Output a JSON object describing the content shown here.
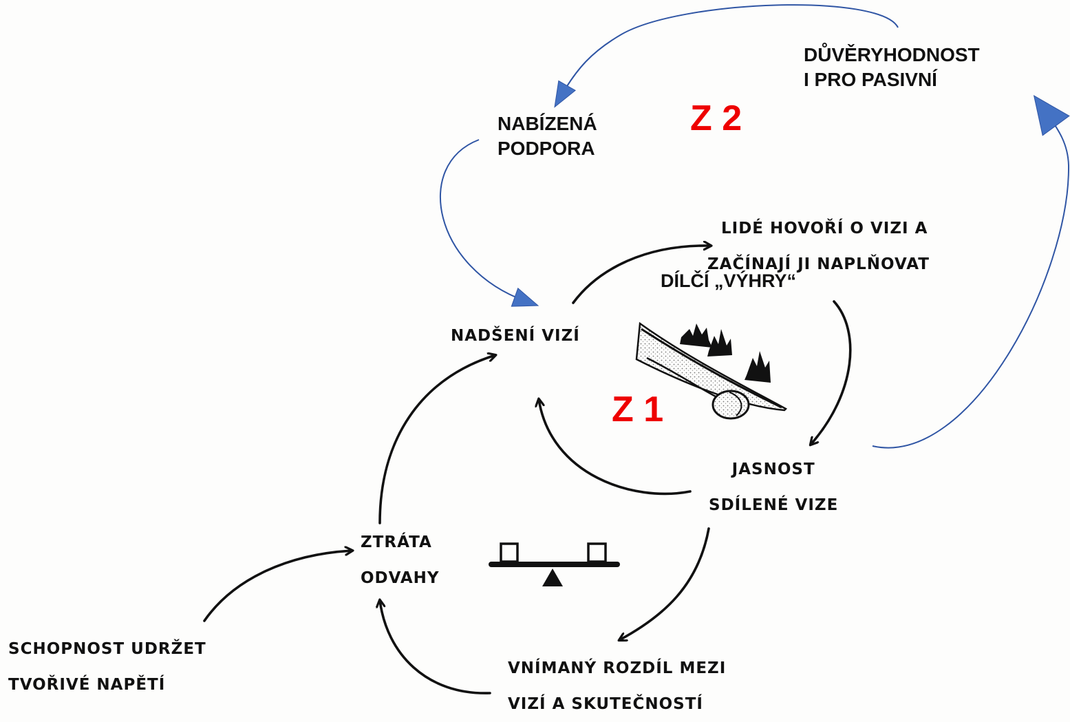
{
  "nodes": {
    "nadseni": {
      "lines": [
        "NADŠENÍ VIZÍ"
      ]
    },
    "lide": {
      "lines": [
        "LIDÉ HOVOŘÍ O VIZI A",
        "ZAČÍNAJÍ JI NAPLŇOVAT"
      ]
    },
    "jasnost": {
      "lines": [
        "JASNOST",
        "SDÍLENÉ VIZE"
      ]
    },
    "ztrata": {
      "lines": [
        "ZTRÁTA",
        "ODVAHY"
      ]
    },
    "vnimany": {
      "lines": [
        "VNÍMANÝ ROZDÍL MEZI",
        "VIZÍ A SKUTEČNOSTÍ"
      ]
    },
    "schopnost": {
      "lines": [
        "SCHOPNOST UDRŽET",
        "TVOŘIVÉ NAPĚTÍ"
      ]
    }
  },
  "annotations": {
    "nabizena": {
      "lines": [
        "NABÍZENÁ",
        "PODPORA"
      ]
    },
    "duveryhodnost": {
      "lines": [
        "DŮVĚRYHODNOST",
        "I PRO PASIVNÍ"
      ]
    },
    "dilci": {
      "lines": [
        "DÍLČÍ „VÝHRY“"
      ]
    }
  },
  "zones": {
    "z1": "Z 1",
    "z2": "Z 2"
  },
  "colors": {
    "annotation_arrow": "#2f55a4",
    "zone_label": "#ee0000",
    "ink": "#111111"
  },
  "icons": [
    "snowball-on-hill-icon",
    "seesaw-balance-icon"
  ]
}
